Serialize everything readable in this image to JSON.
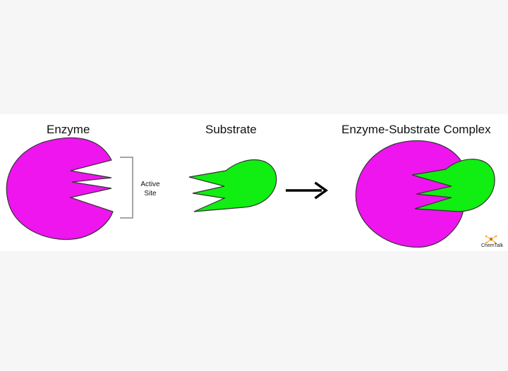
{
  "diagram": {
    "enzyme_label": "Enzyme",
    "substrate_label": "Substrate",
    "complex_label": "Enzyme-Substrate Complex",
    "active_site_line1": "Active",
    "active_site_line2": "Site",
    "logo_text": "ChemTalk"
  },
  "colors": {
    "enzyme": "#ee15ee",
    "substrate": "#11ee11",
    "outline": "#333333",
    "arrow": "#000000",
    "bracket": "#888888"
  },
  "icons": {
    "logo": "chemtalk-atom-icon"
  }
}
